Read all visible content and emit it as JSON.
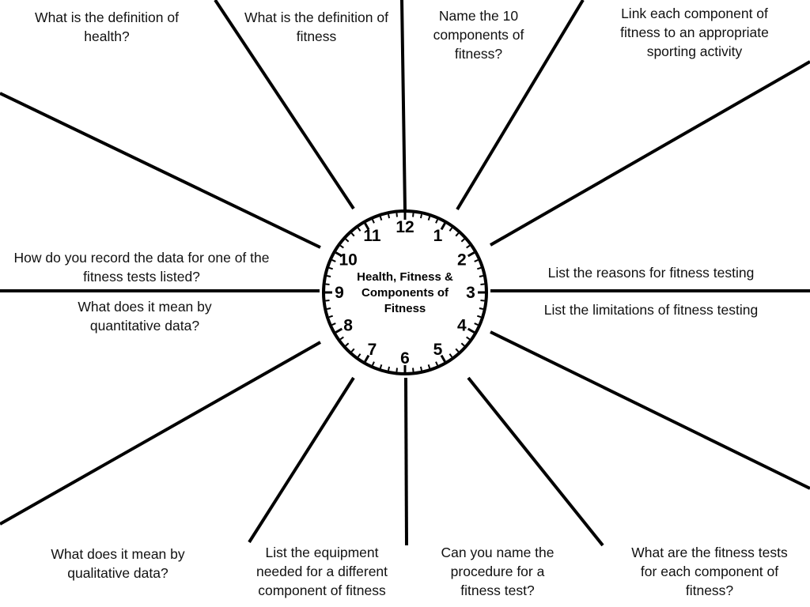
{
  "center": {
    "title": "Health, Fitness & Components of Fitness",
    "numerals": [
      "12",
      "1",
      "2",
      "3",
      "4",
      "5",
      "6",
      "7",
      "8",
      "9",
      "10",
      "11"
    ]
  },
  "questions": {
    "definition_of_health": "What is the definition of health?",
    "definition_of_fitness": "What is the definition of fitness",
    "name_10_components": "Name the 10 components of fitness?",
    "link_components": "Link each component of fitness to an appropriate sporting activity",
    "record_data": "How do you record the data for one of the fitness tests listed?",
    "quantitative_data": "What does it mean by quantitative data?",
    "reasons_for_testing": "List the reasons for fitness testing",
    "limitations_of_testing": "List the limitations of fitness testing",
    "qualitative_data": "What does it mean by qualitative data?",
    "list_equipment": "List the equipment needed for a different component of fitness",
    "name_procedure": "Can you name the procedure for a fitness test?",
    "tests_for_components": "What are the fitness tests for each component of fitness?"
  },
  "colors": {
    "line": "#000000",
    "text": "#111111",
    "background": "#ffffff"
  }
}
